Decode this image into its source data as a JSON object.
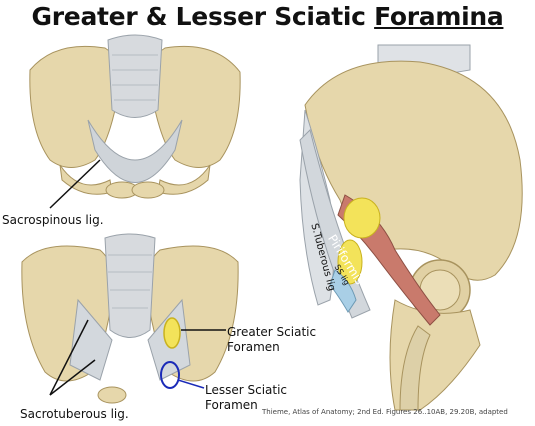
{
  "title": {
    "part1": "Greater & Lesser Sciatic ",
    "part2": "Foramina"
  },
  "labels": {
    "sacrospinous": "Sacrospinous lig.",
    "greater_line1": "Greater Sciatic",
    "greater_line2": "Foramen",
    "lesser_line1": "Lesser Sciatic",
    "lesser_line2": "Foramen",
    "sacrotuberous": "Sacrotuberous lig.",
    "piriformis": "Piriformis",
    "s_tuberous": "S.Tuberous lig",
    "ss_lig": "SS lig"
  },
  "citation": "Thieme, Atlas of Anatomy; 2nd Ed. Figures 26..10AB, 29.20B, adapted",
  "colors": {
    "bone": "#e3d3a6",
    "bone_dark": "#b9a676",
    "ligament": "#d8dde2",
    "piriformis": "#c97a6c",
    "greater_foramen": "#f3e35a",
    "lesser_foramen": "#a9cfe6",
    "lesser_outline": "#1b2bb8"
  }
}
